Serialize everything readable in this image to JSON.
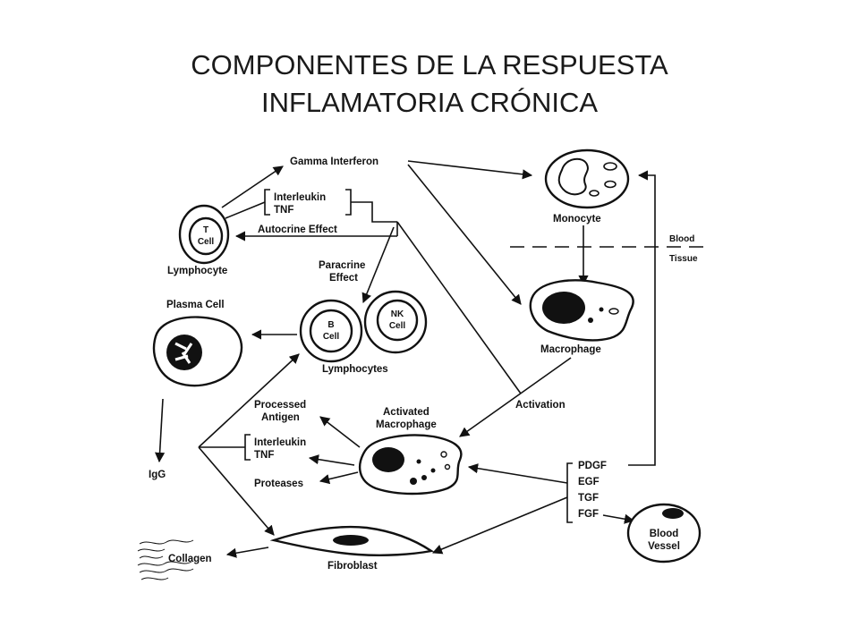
{
  "title": {
    "line1": "COMPONENTES DE LA RESPUESTA",
    "line2": "INFLAMATORIA CRÓNICA"
  },
  "diagram": {
    "gamma_interferon": "Gamma Interferon",
    "interleukin_top": "Interleukin",
    "tnf_top": "TNF",
    "autocrine_effect": "Autocrine Effect",
    "t_cell_line1": "T",
    "t_cell_line2": "Cell",
    "lymphocyte": "Lymphocyte",
    "paracrine_line1": "Paracrine",
    "paracrine_line2": "Effect",
    "monocyte": "Monocyte",
    "blood": "Blood",
    "tissue": "Tissue",
    "plasma_cell": "Plasma Cell",
    "b_cell_line1": "B",
    "b_cell_line2": "Cell",
    "nk_cell_line1": "NK",
    "nk_cell_line2": "Cell",
    "lymphocytes": "Lymphocytes",
    "macrophage": "Macrophage",
    "processed_line1": "Processed",
    "processed_line2": "Antigen",
    "activated_line1": "Activated",
    "activated_line2": "Macrophage",
    "activation": "Activation",
    "interleukin_bottom": "Interleukin",
    "tnf_bottom": "TNF",
    "proteases": "Proteases",
    "igg": "IgG",
    "pdgf": "PDGF",
    "egf": "EGF",
    "tgf": "TGF",
    "fgf": "FGF",
    "blood_vessel_line1": "Blood",
    "blood_vessel_line2": "Vessel",
    "collagen": "Collagen",
    "fibroblast": "Fibroblast"
  }
}
